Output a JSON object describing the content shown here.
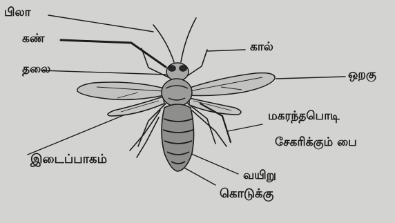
{
  "diagram": {
    "labels": {
      "antenna": "பிலா",
      "eye": "கண்",
      "head": "தலை",
      "leg": "கால்",
      "wing": "ஒறகு",
      "pollen_line1": "மகரந்தபொடி",
      "pollen_line2": "சேகரிக்கும் பை",
      "thorax": "இடைப்பாகம்",
      "abdomen": "வயிறு",
      "sting": "கொடுக்கு"
    },
    "colors": {
      "paper": "#d3d3d1",
      "ink": "#1c1c1c"
    }
  }
}
